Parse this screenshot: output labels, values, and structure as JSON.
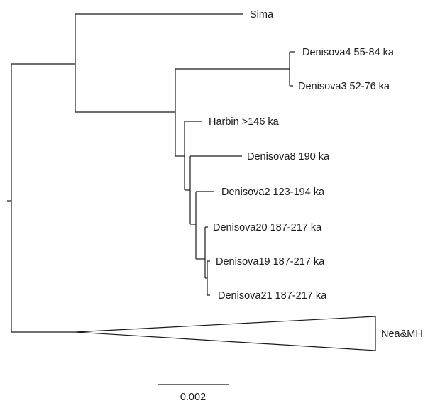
{
  "taxa": [
    {
      "id": "sima",
      "label": "Sima"
    },
    {
      "id": "denisova4",
      "label": "Denisova4 55-84 ka"
    },
    {
      "id": "denisova3",
      "label": "Denisova3 52-76 ka"
    },
    {
      "id": "harbin",
      "label": "Harbin >146 ka"
    },
    {
      "id": "denisova8",
      "label": "Denisova8 190 ka"
    },
    {
      "id": "denisova2",
      "label": "Denisova2 123-194 ka"
    },
    {
      "id": "denisova20",
      "label": "Denisova20 187-217 ka"
    },
    {
      "id": "denisova19",
      "label": "Denisova19 187-217 ka"
    },
    {
      "id": "denisova21",
      "label": "Denisova21 187-217 ka"
    }
  ],
  "collapsed_clade": {
    "label": "Nea&MH"
  },
  "scale_bar": {
    "label": "0.002",
    "value": 0.002
  }
}
